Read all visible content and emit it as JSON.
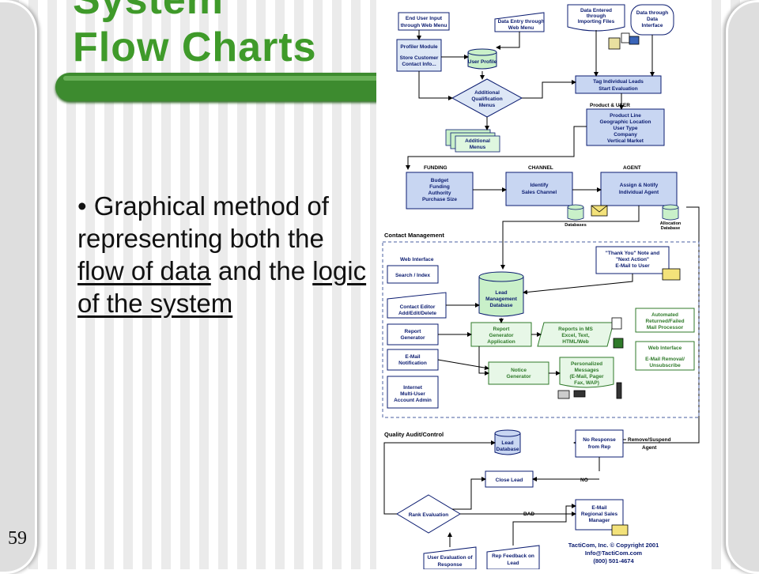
{
  "slide": {
    "title_line1": "System",
    "title_line2": "Flow Charts",
    "bullet_parts": [
      "Graphical method of representing both the ",
      "flow of data",
      " and the ",
      "logic of the system"
    ],
    "page_number": "59"
  },
  "diagram": {
    "sections": {
      "contact_management": "Contact Management",
      "quality_audit": "Quality Audit/Control"
    },
    "tags": {
      "product_user": "Product & USER",
      "funding": "FUNDING",
      "channel": "CHANNEL",
      "agent": "AGENT",
      "databases": "Databases",
      "allocation_db_1": "Allocation",
      "allocation_db_2": "Database"
    },
    "top": {
      "end_user_1": "End User Input",
      "end_user_2": "through Web Menu",
      "data_entry_1": "Data Entry through",
      "data_entry_2": "Web Menu",
      "data_entered_1": "Data Entered",
      "data_entered_2": "through",
      "data_entered_3": "Importing Files",
      "data_interface_1": "Data through",
      "data_interface_2": "Data",
      "data_interface_3": "Interface",
      "profiler_1": "Profiler Module",
      "profiler_2": "Store Customer",
      "profiler_3": "Contact Info...",
      "user_profile": "User Profile",
      "qual_1": "Additional",
      "qual_2": "Qualification",
      "qual_3": "Menus",
      "addl_1": "Additional",
      "addl_2": "Menus",
      "tag_1": "Tag Individual Leads",
      "tag_2": "Start Evaluation",
      "product_1": "Product Line",
      "product_2": "Geographic Location",
      "product_3": "User Type",
      "product_4": "Company",
      "product_5": "Vertical Market"
    },
    "middle": {
      "budget_1": "Budget",
      "budget_2": "Funding",
      "budget_3": "Authority",
      "budget_4": "Purchase Size",
      "channel_1": "Identify",
      "channel_2": "Sales Channel",
      "agent_1": "Assign & Notify",
      "agent_2": "Individual Agent"
    },
    "contact": {
      "web_interface": "Web Interface",
      "search": "Search / Index",
      "thank_1": "\"Thank You\" Note and",
      "thank_2": "\"Next Action\"",
      "thank_3": "E-Mail to User",
      "lead_db_1": "Lead",
      "lead_db_2": "Management",
      "lead_db_3": "Database",
      "editor_1": "Contact Editor",
      "editor_2": "Add/Edit/Delete",
      "report_gen_1": "Report",
      "report_gen_2": "Generator",
      "report_app_1": "Report",
      "report_app_2": "Generator",
      "report_app_3": "Application",
      "reports_ms_1": "Reports in MS",
      "reports_ms_2": "Excel, Text,",
      "reports_ms_3": "HTML/Web",
      "auto_1": "Automated",
      "auto_2": "Returned/Failed",
      "auto_3": "Mail Processor",
      "email_notif_1": "E-Mail",
      "email_notif_2": "Notification",
      "notice_1": "Notice",
      "notice_2": "Generator",
      "personal_1": "Personalized",
      "personal_2": "Messages",
      "personal_3": "(E-Mail, Pager",
      "personal_4": "Fax, WAP)",
      "web_int2_1": "Web Interface",
      "web_int2_2": "E-Mail Removal/",
      "web_int2_3": "Unsubscribe",
      "internet_1": "Internet",
      "internet_2": "Multi-User",
      "internet_3": "Account Admin"
    },
    "quality": {
      "lead_db_1": "Lead",
      "lead_db_2": "Database",
      "no_resp_1": "No Response",
      "no_resp_2": "from Rep",
      "remove_1": "Remove/Suspend",
      "remove_2": "Agent",
      "close_lead": "Close Lead",
      "no": "NO",
      "rank": "Rank Evaluation",
      "bad": "BAD",
      "regional_1": "E-Mail",
      "regional_2": "Regional Sales",
      "regional_3": "Manager",
      "user_eval_1": "User Evaluation of",
      "user_eval_2": "Response",
      "rep_fb_1": "Rep Feedback on",
      "rep_fb_2": "Lead"
    },
    "copyright": {
      "line1": "TactiCom, Inc. © Copyright 2001",
      "line2": "Info@TactiCom.com",
      "line3": "(800) 501-4674"
    }
  }
}
